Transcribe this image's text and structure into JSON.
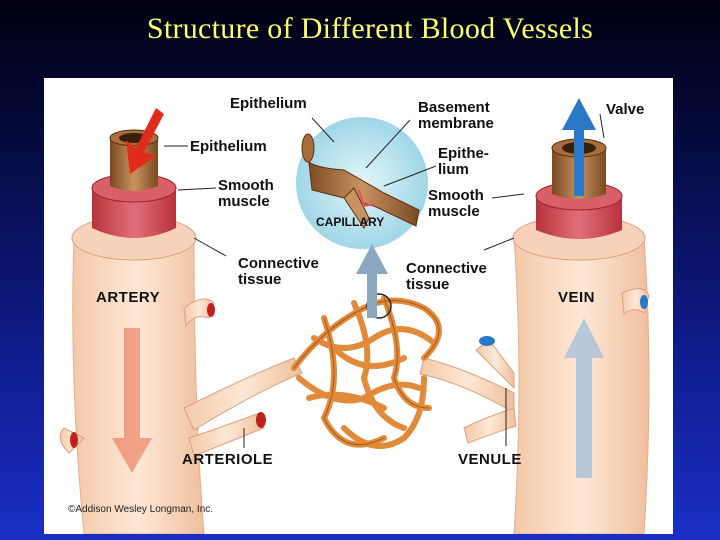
{
  "title": "Structure of Different Blood Vessels",
  "labels": {
    "epithelium_top": "Epithelium",
    "basement_membrane": "Basement\nmembrane",
    "valve": "Valve",
    "epithelium_artery": "Epithelium",
    "epithelium_vein": "Epithe-\nlium",
    "smooth_muscle_artery": "Smooth\nmuscle",
    "smooth_muscle_vein": "Smooth\nmuscle",
    "capillary": "CAPILLARY",
    "connective_artery": "Connective\ntissue",
    "connective_vein": "Connective\ntissue",
    "artery": "ARTERY",
    "vein": "VEIN",
    "arteriole": "ARTERIOLE",
    "venule": "VENULE"
  },
  "copyright": "©Addison Wesley Longman, Inc.",
  "colors": {
    "title": "#ffff66",
    "artery_flow": "#e02a1a",
    "vein_flow": "#2a78c8",
    "vessel_skin": "#f9dcc4",
    "capillary_bg": "#bfe8f2",
    "capillary_mesh": "#e08a3a"
  }
}
